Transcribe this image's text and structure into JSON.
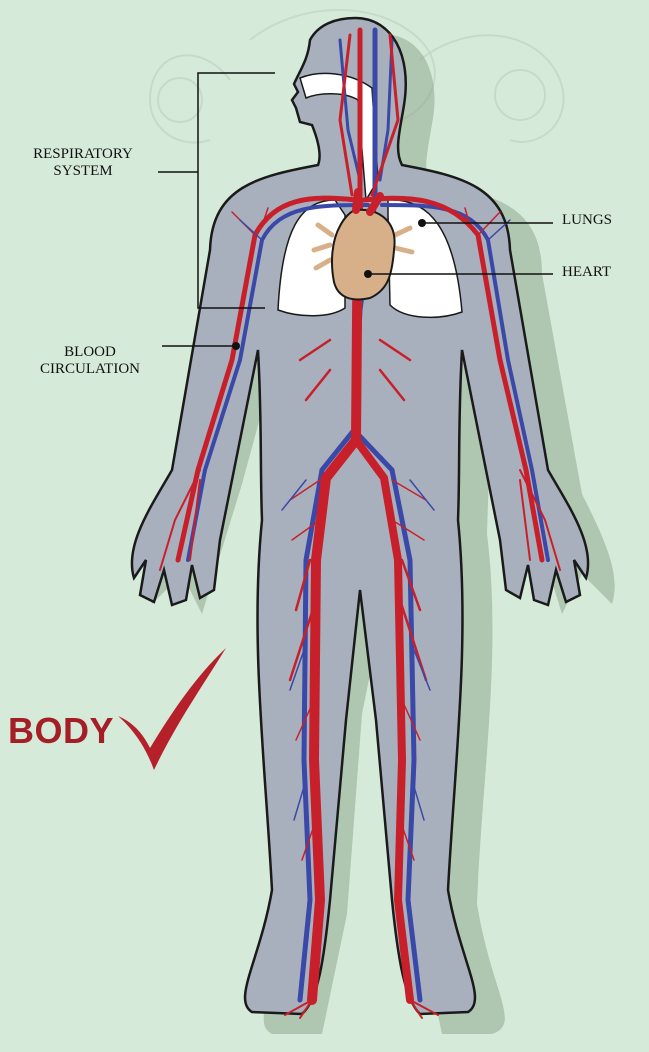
{
  "labels": {
    "respiratory_line1": "RESPIRATORY",
    "respiratory_line2": "SYSTEM",
    "lungs": "LUNGS",
    "heart": "HEART",
    "blood_line1": "BLOOD",
    "blood_line2": "CIRCULATION"
  },
  "watermark_text": "BODY",
  "colors": {
    "background": "#d6ead9",
    "body_fill": "#a9b0bd",
    "artery": "#c8202a",
    "vein": "#3a48a8",
    "heart": "#d7b08a",
    "lung": "#ffffff",
    "accent": "#a31e25"
  }
}
